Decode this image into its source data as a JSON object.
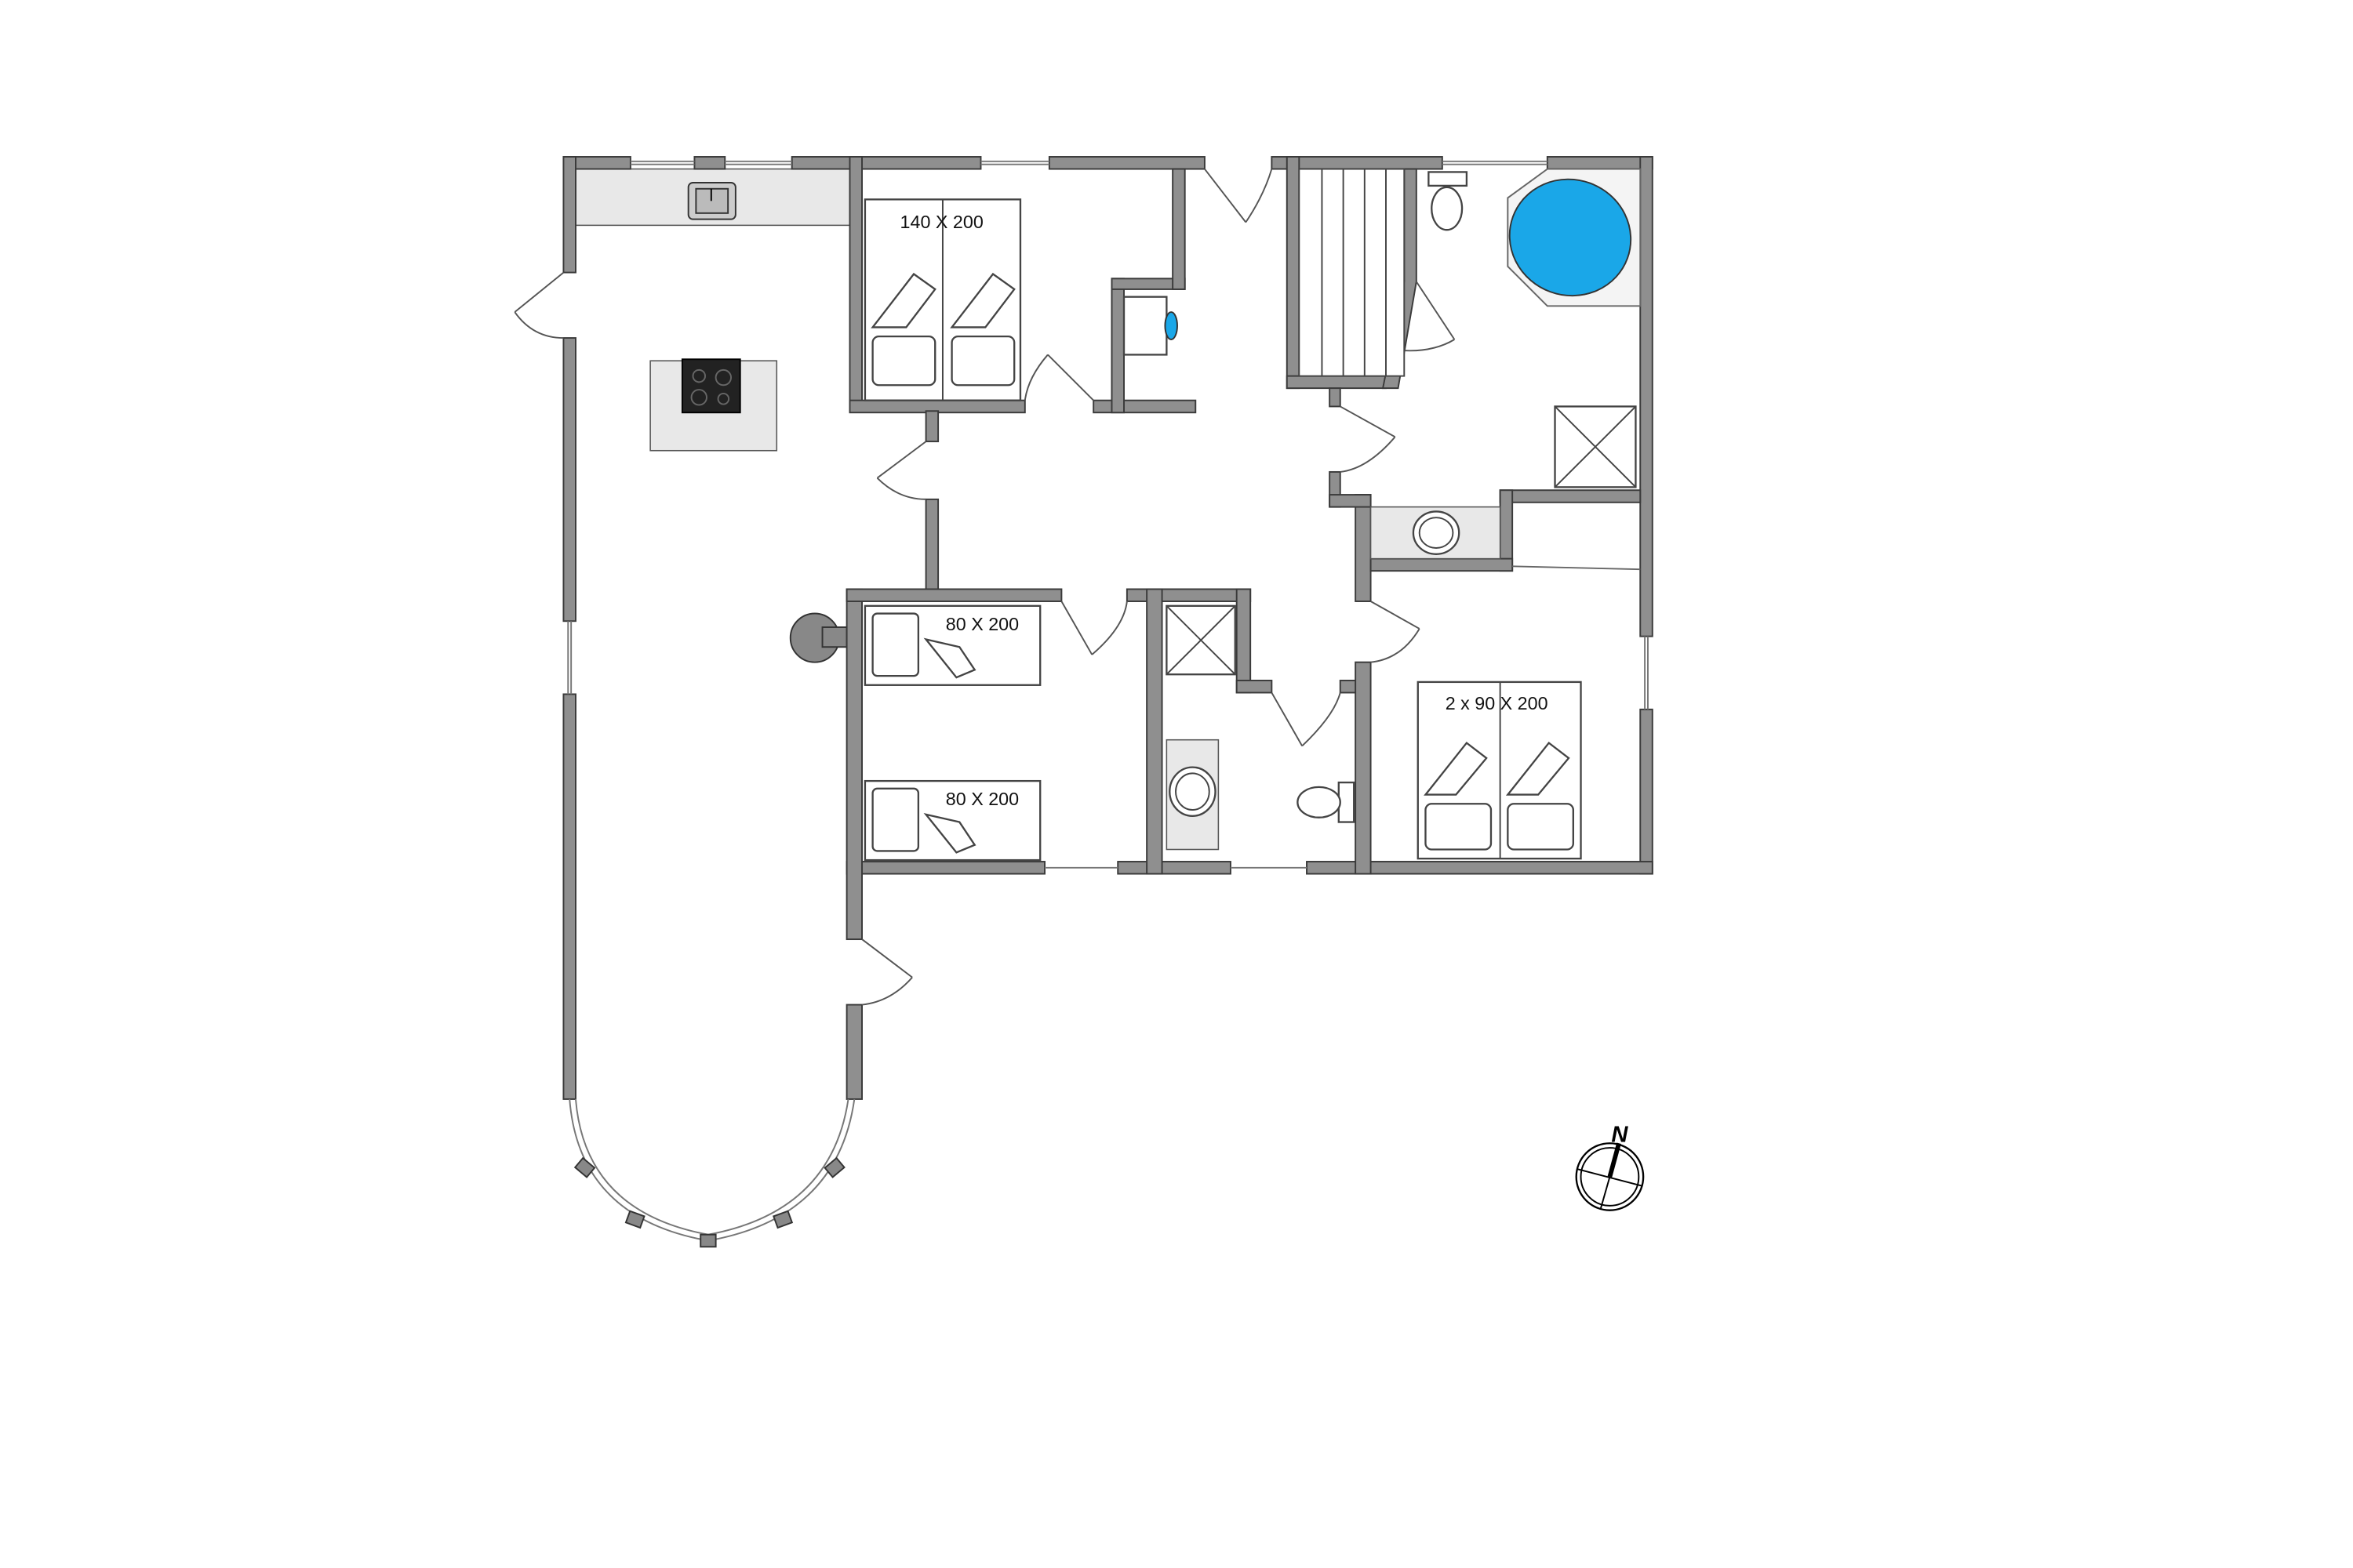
{
  "floorplan": {
    "bed_labels": {
      "bedroom_1": "140 X 200",
      "bedroom_2_bed_a": "80 X 200",
      "bedroom_2_bed_b": "80 X 200",
      "bedroom_3": "2 x 90 X 200"
    },
    "compass": {
      "north_label": "N"
    },
    "colors": {
      "wall": "#8f8f8f",
      "whirlpool": "#1aa7e8",
      "counter": "#e8e8e8"
    }
  }
}
